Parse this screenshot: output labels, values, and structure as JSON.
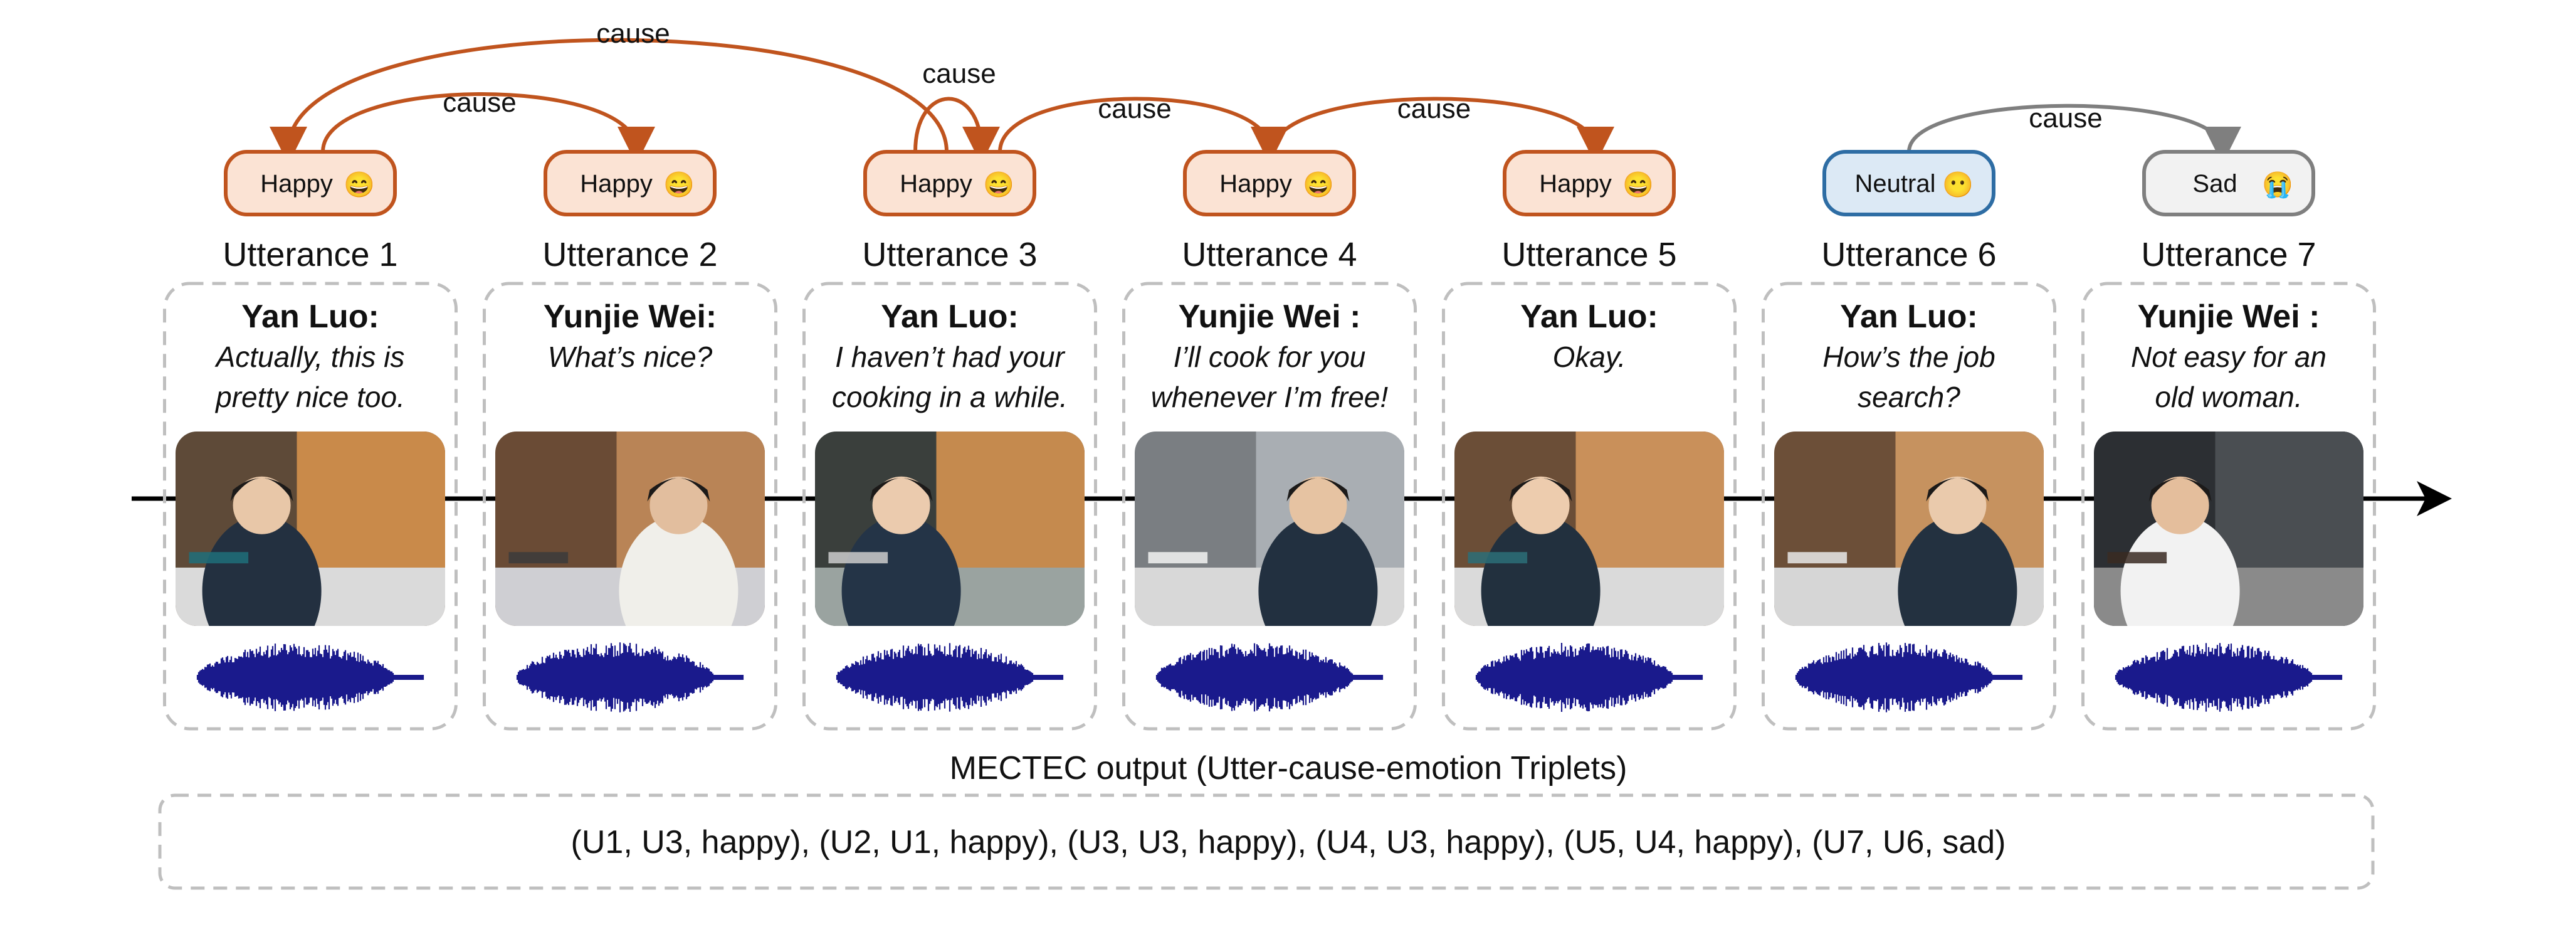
{
  "colors": {
    "happy_stroke": "#C0541E",
    "happy_fill": "#FBE3D4",
    "neutral_stroke": "#2E6DA4",
    "neutral_fill": "#DCE9F5",
    "sad_stroke": "#7F7F7F",
    "sad_fill": "#F2F2F2",
    "cause_arrow_happy": "#C0541E",
    "cause_arrow_other": "#7F7F7F",
    "timeline": "#000000",
    "waveform": "#1A1A8C",
    "dashed_border": "#BFBFBF"
  },
  "cause_label": "cause",
  "utterances": [
    {
      "title": "Utterance 1",
      "speaker": "Yan Luo:",
      "lines": [
        "Actually, this is",
        "pretty nice too."
      ],
      "emotion": {
        "label": "Happy",
        "emoji": "😄",
        "kind": "happy"
      },
      "image": "office-kitchen-scene",
      "waveform": "speech-waveform"
    },
    {
      "title": "Utterance 2",
      "speaker": "Yunjie Wei:",
      "lines": [
        "What’s nice?"
      ],
      "emotion": {
        "label": "Happy",
        "emoji": "😄",
        "kind": "happy"
      },
      "image": "dining-table-woman-scene",
      "waveform": "speech-waveform"
    },
    {
      "title": "Utterance 3",
      "speaker": "Yan Luo:",
      "lines": [
        "I haven’t had your",
        "cooking in a while."
      ],
      "emotion": {
        "label": "Happy",
        "emoji": "😄",
        "kind": "happy"
      },
      "image": "smiling-woman-scene",
      "waveform": "speech-waveform"
    },
    {
      "title": "Utterance 4",
      "speaker": "Yunjie Wei :",
      "lines": [
        "I’ll cook for you",
        "whenever I’m free!"
      ],
      "emotion": {
        "label": "Happy",
        "emoji": "😄",
        "kind": "happy"
      },
      "image": "two-women-dining-scene",
      "waveform": "speech-waveform"
    },
    {
      "title": "Utterance 5",
      "speaker": "Yan Luo:",
      "lines": [
        "Okay."
      ],
      "emotion": {
        "label": "Happy",
        "emoji": "😄",
        "kind": "happy"
      },
      "image": "woman-eating-scene",
      "waveform": "speech-waveform"
    },
    {
      "title": "Utterance 6",
      "speaker": "Yan Luo:",
      "lines": [
        "How’s the job",
        "search?"
      ],
      "emotion": {
        "label": "Neutral",
        "emoji": "😶",
        "kind": "neutral"
      },
      "image": "woman-eating-talking-scene",
      "waveform": "speech-waveform"
    },
    {
      "title": "Utterance 7",
      "speaker": "Yunjie Wei :",
      "lines": [
        "Not easy for an",
        "old woman."
      ],
      "emotion": {
        "label": "Sad",
        "emoji": "😭",
        "kind": "sad"
      },
      "image": "sad-woman-closeup-scene",
      "waveform": "speech-waveform"
    }
  ],
  "cause_links": [
    {
      "from": 1,
      "to": 3
    },
    {
      "from": 2,
      "to": 1
    },
    {
      "from": 3,
      "to": 3
    },
    {
      "from": 4,
      "to": 3
    },
    {
      "from": 5,
      "to": 4
    },
    {
      "from": 7,
      "to": 6
    }
  ],
  "output": {
    "title": "MECTEC output (Utter-cause-emotion Triplets)",
    "triplets": "(U1, U3, happy), (U2, U1, happy), (U3, U3, happy), (U4, U3, happy), (U5, U4, happy), (U7, U6, sad)"
  }
}
